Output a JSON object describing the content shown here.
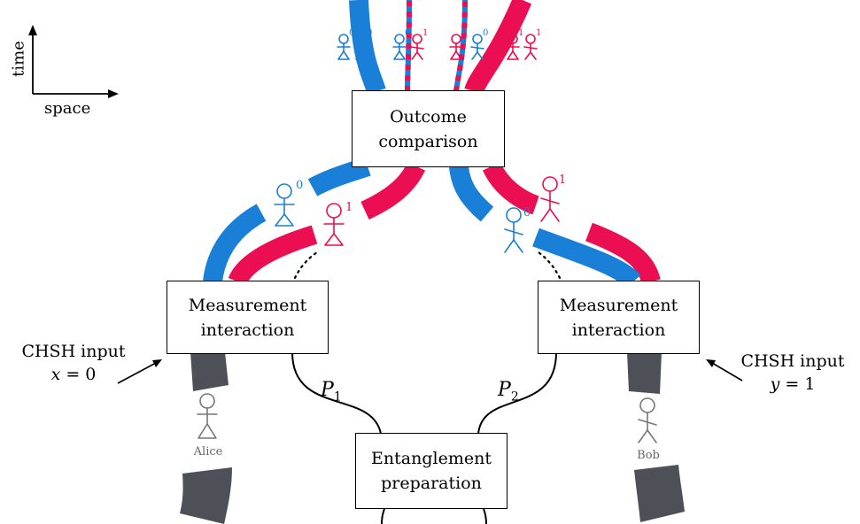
{
  "colors": {
    "blue": "#1a7fd6",
    "red": "#ec0e52",
    "gray": "#4d5057",
    "black": "#000000"
  },
  "axes": {
    "time": "time",
    "space": "space"
  },
  "boxes": {
    "outcome": [
      "Outcome",
      "comparison"
    ],
    "meas_left": [
      "Measurement",
      "interaction"
    ],
    "meas_right": [
      "Measurement",
      "interaction"
    ],
    "entangle": [
      "Entanglement",
      "preparation"
    ]
  },
  "paths": {
    "p1": "P",
    "p1_sub": "1",
    "p2": "P",
    "p2_sub": "2"
  },
  "inputs": {
    "left": {
      "title": "CHSH input",
      "var": "x",
      "value": "= 0"
    },
    "right": {
      "title": "CHSH input",
      "var": "y",
      "value": "= 1"
    }
  },
  "agents": {
    "alice": "Alice",
    "bob": "Bob"
  },
  "outcome_marks": {
    "zero": "0",
    "one": "1"
  }
}
